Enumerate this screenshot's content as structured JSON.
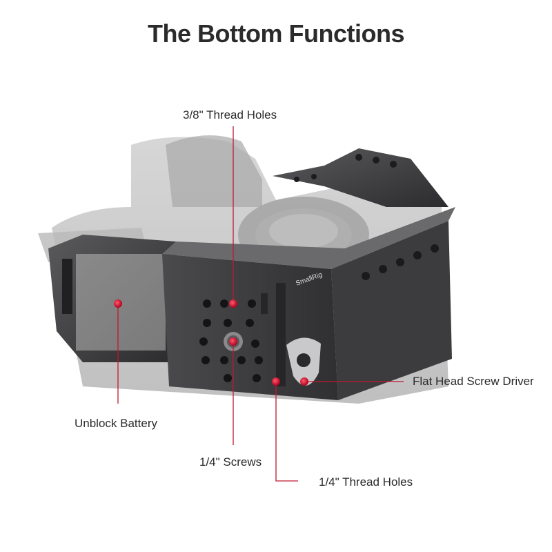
{
  "title": "The Bottom Functions",
  "product": {
    "brand_mark": "SmallRig"
  },
  "callouts": {
    "thread_holes_3_8": "3/8\" Thread Holes",
    "flat_head_screw_driver": "Flat Head Screw Driver",
    "unblock_battery": "Unblock Battery",
    "screws_1_4": "1/4\" Screws",
    "thread_holes_1_4": "1/4\" Thread Holes"
  },
  "colors": {
    "marker_red": "#c8102e",
    "leader_line": "#c0182f",
    "cage_metal": "#3a3a3c",
    "camera_body": "#9a9a9a"
  }
}
